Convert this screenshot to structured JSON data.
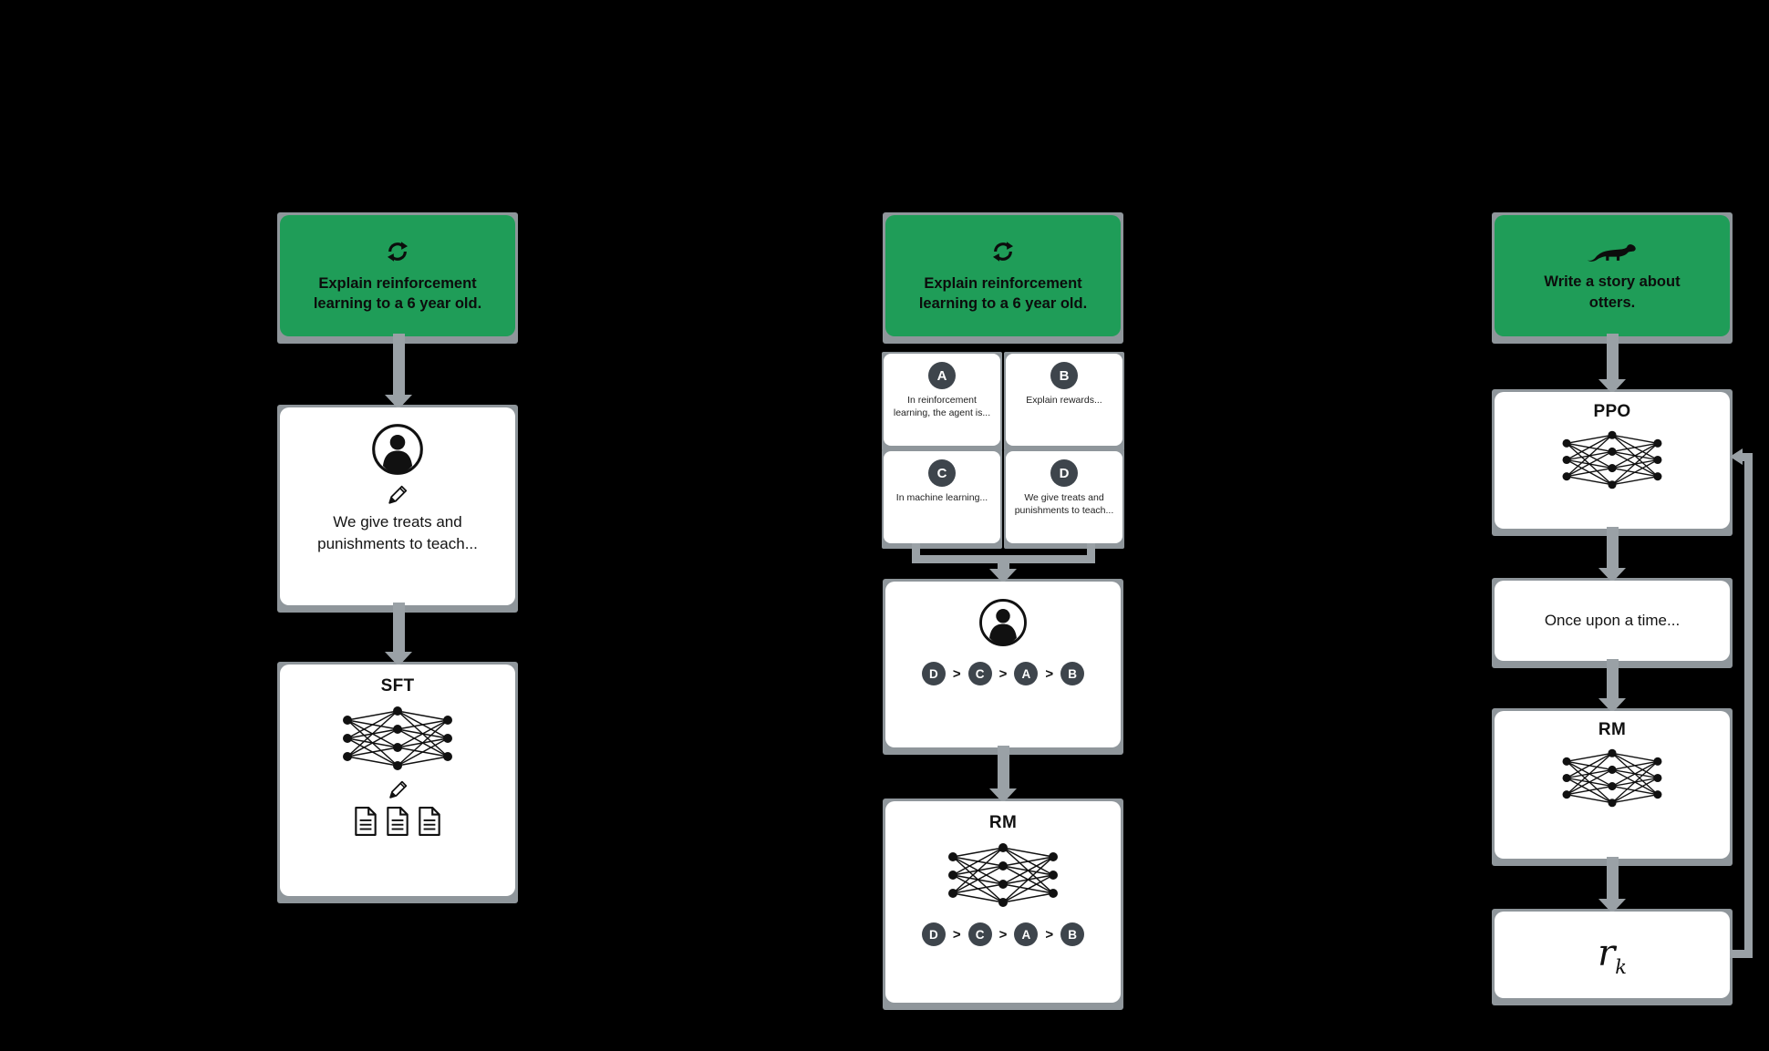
{
  "colors": {
    "green": "#1f9d58",
    "shadow": "#8f969b",
    "arrow": "#9aa1a6",
    "badge": "#3e454c"
  },
  "stage1": {
    "prompt": "Explain reinforcement learning to a 6 year old.",
    "demo_response": "We give treats and punishments to teach...",
    "model_label": "SFT"
  },
  "stage2": {
    "prompt": "Explain reinforcement learning to a 6 year old.",
    "answers": [
      {
        "id": "A",
        "text": "In reinforcement learning, the agent is..."
      },
      {
        "id": "B",
        "text": "Explain rewards..."
      },
      {
        "id": "C",
        "text": "In machine learning..."
      },
      {
        "id": "D",
        "text": "We give treats and punishments to teach..."
      }
    ],
    "ranking": [
      "D",
      "C",
      "A",
      "B"
    ],
    "ranking_separator": ">",
    "model_label": "RM"
  },
  "stage3": {
    "prompt": "Write a story about otters.",
    "policy_label": "PPO",
    "output_text": "Once upon a time...",
    "reward_model_label": "RM",
    "reward_symbol": "r",
    "reward_subscript": "k"
  }
}
